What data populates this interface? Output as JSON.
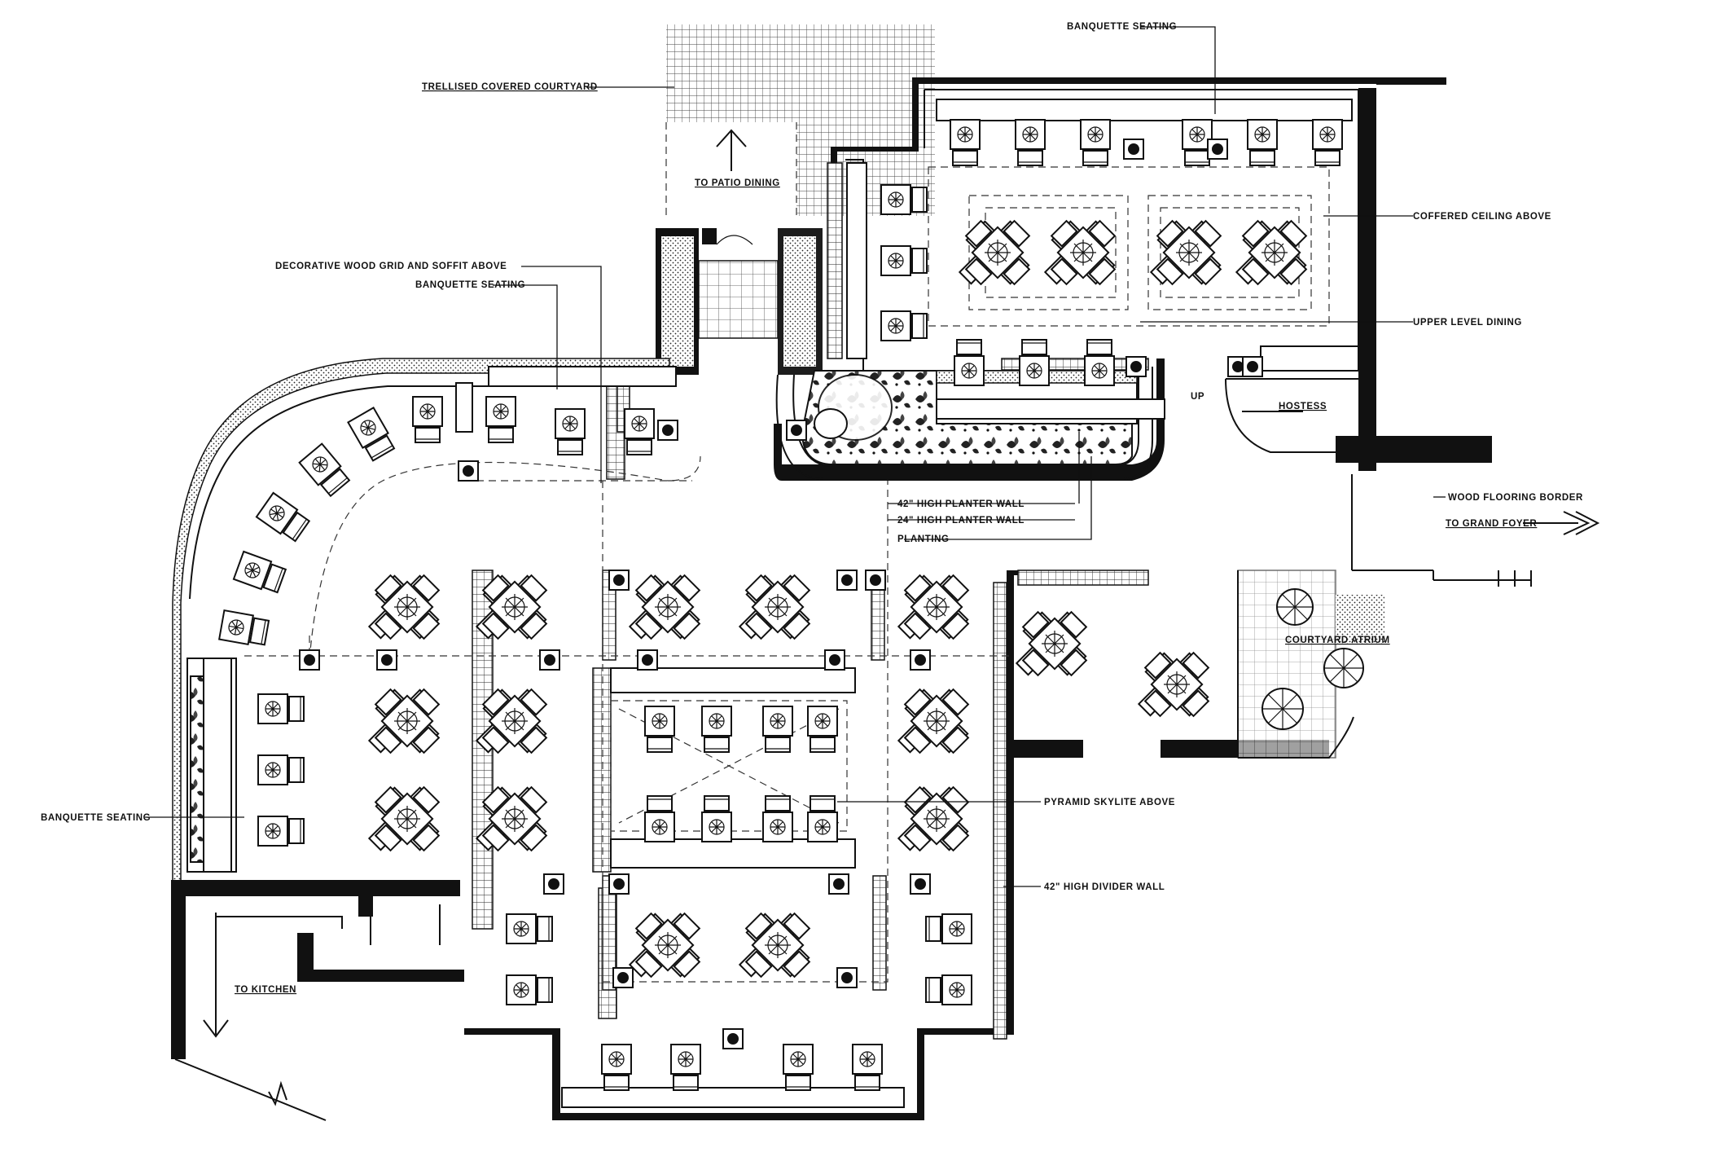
{
  "labels": {
    "trellised_courtyard": "TRELLISED COVERED COURTYARD",
    "to_patio_dining": "TO PATIO DINING",
    "banquette_top": "BANQUETTE SEATING",
    "coffered_ceiling": "COFFERED CEILING ABOVE",
    "upper_level_dining": "UPPER LEVEL DINING",
    "decorative_wood_grid": "DECORATIVE WOOD GRID AND SOFFIT ABOVE",
    "banquette_mid": "BANQUETTE SEATING",
    "hostess": "HOSTESS",
    "up": "UP",
    "planter_42": "42\" HIGH PLANTER WALL",
    "planter_24": "24\" HIGH PLANTER WALL",
    "planting": "PLANTING",
    "wood_flooring_border": "WOOD FLOORING  BORDER",
    "to_grand_foyer": "TO GRAND FOYER",
    "courtyard_atrium": "COURTYARD ATRIUM",
    "pyramid_skylite": "PYRAMID SKYLITE ABOVE",
    "banquette_left": "BANQUETTE SEATING",
    "divider_wall": "42\" HIGH DIVIDER WALL",
    "to_kitchen": "TO KITCHEN"
  }
}
